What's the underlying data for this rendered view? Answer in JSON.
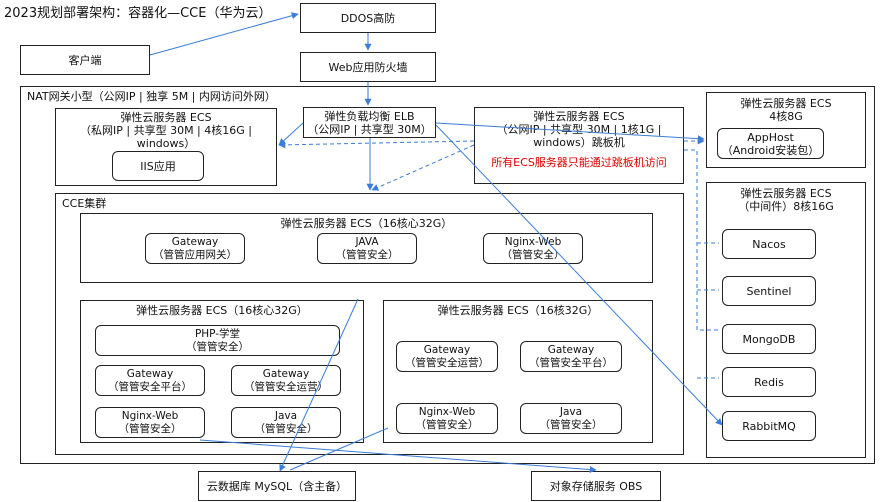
{
  "title": "2023规划部署架构：容器化—CCE（华为云）",
  "ddos": "DDOS高防",
  "client": "客户端",
  "waf": "Web应用防火墙",
  "nat": "NAT网关小型（公网IP | 独享 5M | 内网访问外网）",
  "elb": {
    "line1": "弹性负载均衡 ELB",
    "line2": "（公网IP | 共享型 30M）"
  },
  "ecs_win": {
    "line1": "弹性云服务器 ECS",
    "line2": "（私网IP | 共享型 30M | 4核16G |",
    "line3": "windows）",
    "app": "IIS应用"
  },
  "ecs_jump": {
    "line1": "弹性云服务器 ECS",
    "line2": "（公网IP | 共享型 30M | 1核1G |",
    "line3": "windows）跳板机",
    "note": "所有ECS服务器只能通过跳板机访问"
  },
  "ecs_apphost": {
    "line1": "弹性云服务器 ECS",
    "line2": "4核8G",
    "app_line1": "AppHost",
    "app_line2": "（Android安装包）"
  },
  "ecs_middleware": {
    "line1": "弹性云服务器 ECS",
    "line2": "（中间件）8核16G",
    "items": [
      "Nacos",
      "Sentinel",
      "MongoDB",
      "Redis",
      "RabbitMQ"
    ]
  },
  "cce": {
    "label": "CCE集群",
    "top": {
      "title": "弹性云服务器 ECS（16核心32G）",
      "items": [
        {
          "line1": "Gateway",
          "line2": "（管管应用网关）"
        },
        {
          "line1": "JAVA",
          "line2": "（管管安全）"
        },
        {
          "line1": "Nginx-Web",
          "line2": "（管管安全）"
        }
      ]
    },
    "left": {
      "title": "弹性云服务器 ECS（16核心32G）",
      "php": {
        "line1": "PHP-学堂",
        "line2": "（管管安全）"
      },
      "items": [
        {
          "line1": "Gateway",
          "line2": "（管管安全平台）"
        },
        {
          "line1": "Gateway",
          "line2": "（管管安全运营）"
        },
        {
          "line1": "Nginx-Web",
          "line2": "（管管安全）"
        },
        {
          "line1": "Java",
          "line2": "（管管安全）"
        }
      ]
    },
    "right": {
      "title": "弹性云服务器 ECS（16核32G）",
      "items": [
        {
          "line1": "Gateway",
          "line2": "（管管安全运营）"
        },
        {
          "line1": "Gateway",
          "line2": "（管管安全平台）"
        },
        {
          "line1": "Nginx-Web",
          "line2": "（管管安全）"
        },
        {
          "line1": "Java",
          "line2": "（管管安全）"
        }
      ]
    }
  },
  "mysql": "云数据库 MySQL（含主备）",
  "obs": "对象存储服务 OBS",
  "colors": {
    "arrow": "#3b7dd8",
    "line": "#222222",
    "note": "#e00000"
  }
}
